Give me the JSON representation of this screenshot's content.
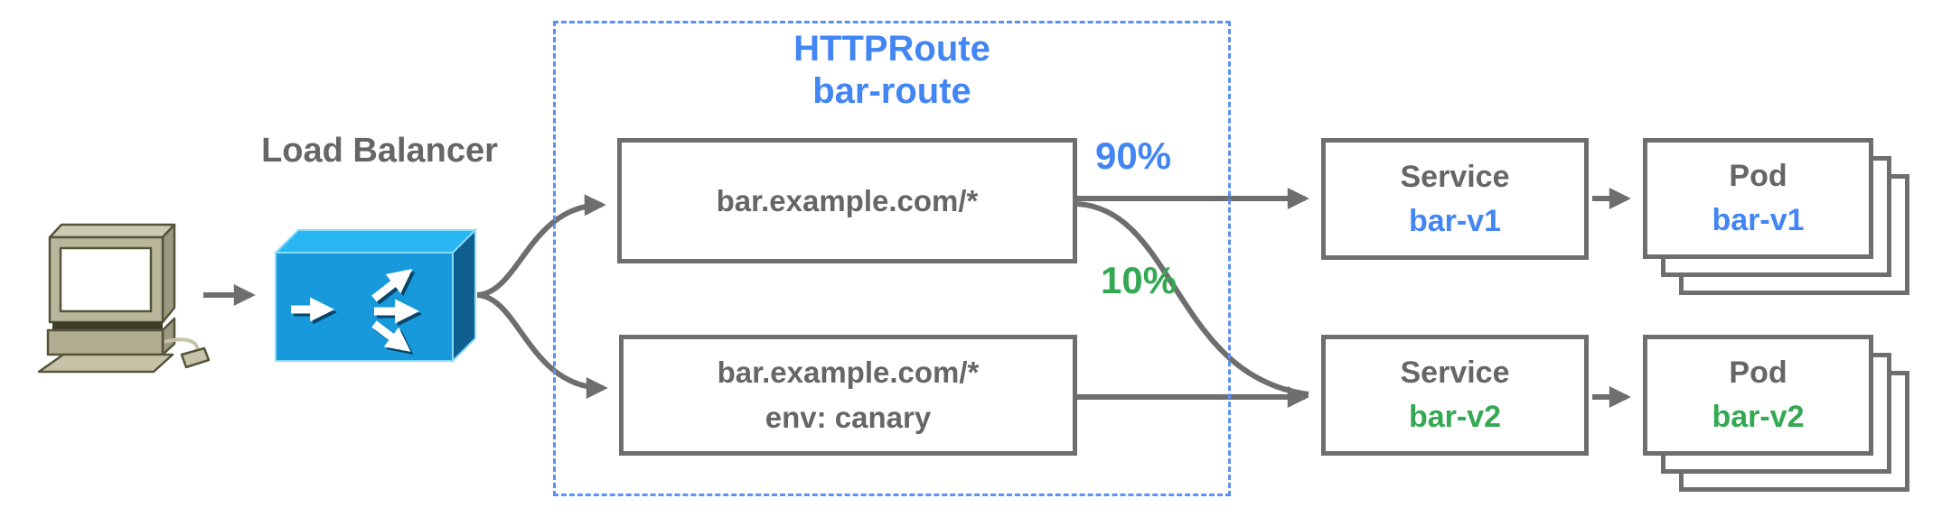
{
  "load_balancer": {
    "label": "Load Balancer"
  },
  "httproute": {
    "title_line1": "HTTPRoute",
    "title_line2": "bar-route",
    "rules": [
      {
        "match": "bar.example.com/*"
      },
      {
        "match": "bar.example.com/*",
        "header_match": "env: canary"
      }
    ]
  },
  "weights": {
    "v1": "90%",
    "v2": "10%"
  },
  "services": [
    {
      "kind": "Service",
      "name": "bar-v1"
    },
    {
      "kind": "Service",
      "name": "bar-v2"
    }
  ],
  "pods": [
    {
      "kind": "Pod",
      "name": "bar-v1"
    },
    {
      "kind": "Pod",
      "name": "bar-v2"
    }
  ],
  "colors": {
    "blue": "#4285f4",
    "green": "#34a853",
    "gray_text": "#666666",
    "connector_gray": "#6e6e6e",
    "dashed_border_blue": "#5b90f4",
    "lb_front_blue": "#1799db",
    "lb_top_blue": "#29b6f2",
    "lb_side_blue": "#0e5e8f"
  }
}
